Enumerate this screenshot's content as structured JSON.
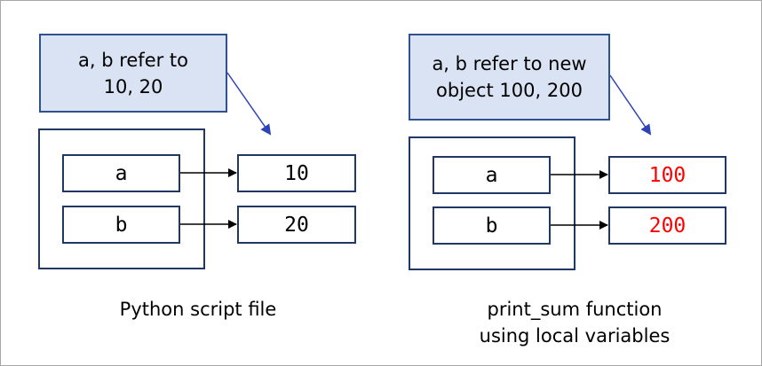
{
  "left": {
    "callout_line1": "a, b refer to",
    "callout_line2": "10, 20",
    "var_a": "a",
    "var_b": "b",
    "obj_1": "10",
    "obj_2": "20",
    "caption": "Python script file"
  },
  "right": {
    "callout_line1": "a, b refer to new",
    "callout_line2": "object 100, 200",
    "var_a": "a",
    "var_b": "b",
    "obj_1": "100",
    "obj_2": "200",
    "caption_line1": "print_sum function",
    "caption_line2": "using local variables"
  },
  "colors": {
    "callout_fill": "#dae3f3",
    "box_border": "#1f3864",
    "callout_arrow": "#2e44b5",
    "new_value_text": "#ff0000"
  }
}
